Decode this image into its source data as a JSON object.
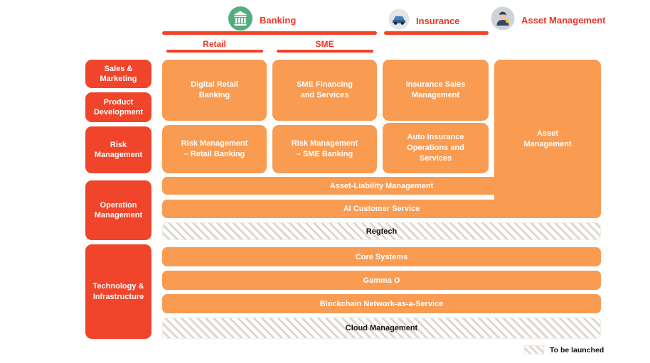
{
  "colors": {
    "red": "#F0452A",
    "orange": "#F99B51",
    "header_text_red": "#EE3524",
    "banking_icon_green": "#53AE7E"
  },
  "header": {
    "banking_label": "Banking",
    "insurance_label": "Insurance",
    "asset_management_label": "Asset Management",
    "retail_label": "Retail",
    "sme_label": "SME"
  },
  "row_labels": {
    "sales_marketing": "Sales &\nMarketing",
    "product_development": "Product\nDevelopment",
    "risk_management": "Risk\nManagement",
    "operation_management": "Operation\nManagement",
    "technology_infrastructure": "Technology &\nInfrastructure"
  },
  "cells": {
    "digital_retail_banking": "Digital Retail\nBanking",
    "sme_financing": "SME Financing\nand Services",
    "insurance_sales": "Insurance Sales\nManagement",
    "risk_retail": "Risk Management\n– Retail Banking",
    "risk_sme": "Risk Management\n– SME Banking",
    "auto_insurance": "Auto Insurance\nOperations and\nServices",
    "asset_management": "Asset\nManagement"
  },
  "bars": {
    "asset_liability": "Asset-Liability Management",
    "ai_customer_service": "AI Customer Service",
    "regtech": "Regtech",
    "core_systems": "Core Systems",
    "gamma_o": "Gamma O",
    "blockchain": "Blockchain Network-as-a-Service",
    "cloud_management": "Cloud Management"
  },
  "legend": {
    "to_be_launched": "To be launched"
  }
}
